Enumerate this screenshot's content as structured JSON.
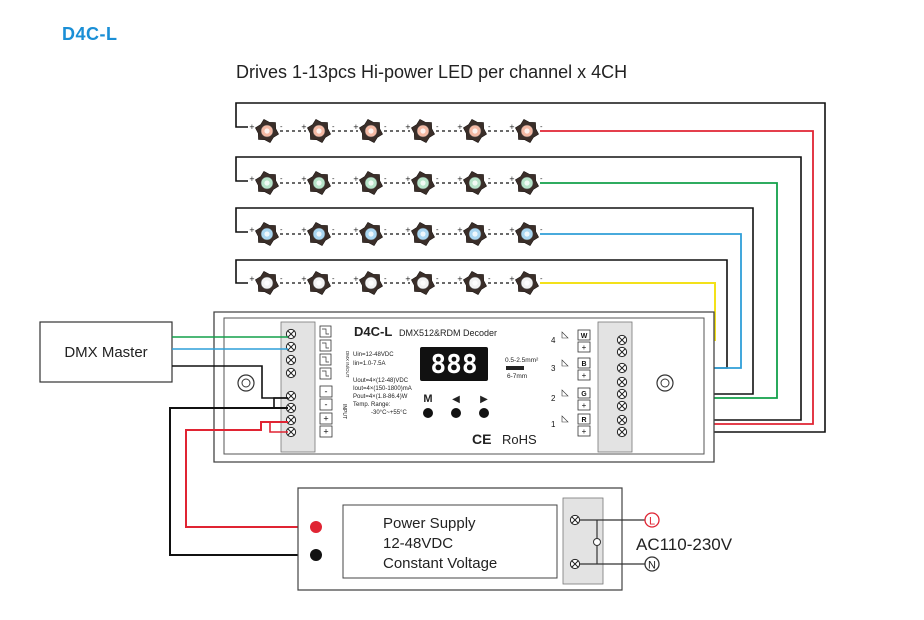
{
  "title": "D4C-L",
  "subtitle": "Drives 1-13pcs Hi-power LED per channel x 4CH",
  "colors": {
    "title_blue": "#1a8fd6",
    "red": "#e02433",
    "green": "#12a04a",
    "blue": "#2f9fd8",
    "yellow": "#f3e11a",
    "black": "#111111",
    "gray_box": "#dedede"
  },
  "dmx_master": {
    "label": "DMX Master"
  },
  "decoder": {
    "model": "D4C-L",
    "type_label": "DMX512&RDM Decoder",
    "display": "888",
    "buttons": [
      "M",
      "◀",
      "▶"
    ],
    "specs": [
      "Uin=12-48VDC",
      "Iin=1.0-7.5A",
      "Uout=4×(12-48)VDC",
      "Iout=4×(150-1800)mA",
      "Pout=4×(1.8-86.4)W",
      "Temp. Range:",
      "-30°C~+55°C"
    ],
    "wire_spec": [
      "0.5-2.5mm²",
      "6-7mm"
    ],
    "ce": "CE",
    "rohs": "RoHS",
    "dmx_in_label": "DMX IN/OUT",
    "input_label": "INPUT",
    "input_signs": [
      "-",
      "-",
      "+",
      "+"
    ],
    "channel_numbers": [
      "4",
      "3",
      "2",
      "1"
    ],
    "channel_tags": [
      "W",
      "B",
      "G",
      "R"
    ],
    "plus_signs": [
      "+",
      "+",
      "+",
      "+"
    ]
  },
  "led_rows": [
    {
      "color": "red",
      "count": 6
    },
    {
      "color": "green",
      "count": 6
    },
    {
      "color": "blue",
      "count": 6
    },
    {
      "color": "white",
      "count": 6
    }
  ],
  "power_supply": {
    "lines": [
      "Power Supply",
      "12-48VDC",
      "Constant Voltage"
    ],
    "ac_label": "AC110-230V",
    "live": "L",
    "neutral": "N"
  }
}
